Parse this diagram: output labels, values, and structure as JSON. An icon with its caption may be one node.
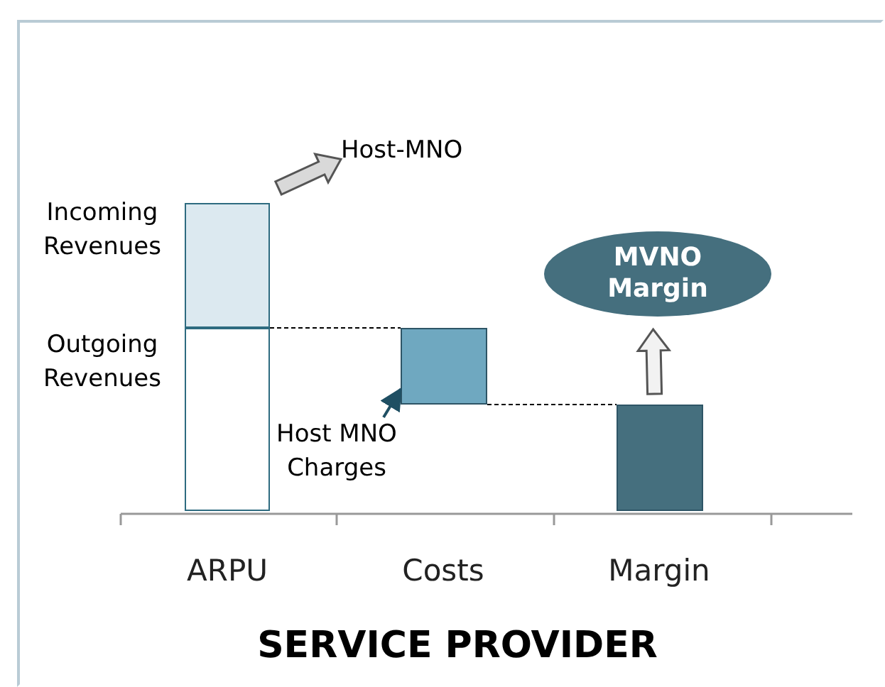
{
  "diagram": {
    "title": "SERVICE PROVIDER",
    "nodes": [
      {
        "text": [],
        "shape": "bar",
        "beside": [
          "Incoming Revenues"
        ]
      },
      {
        "text": [],
        "shape": "bar",
        "beside": [
          "Outgoing Revenues"
        ]
      },
      {
        "text": [
          "Host-MNO"
        ]
      },
      {
        "text": [],
        "shape": "bar"
      },
      {
        "text": [
          "Host MNO Charges"
        ]
      },
      {
        "text": [],
        "shape": "bar"
      },
      {
        "text": [
          "MVNO Margin"
        ]
      }
    ],
    "edges": [
      {
        "from": 0,
        "to": 2,
        "arrow": "to"
      },
      {
        "from": 4,
        "to": 3,
        "arrow": "to",
        "color": "#1f4f63"
      },
      {
        "from": 5,
        "to": 6,
        "arrow": "to"
      },
      {
        "from": 1,
        "to": 3,
        "arrow": "none",
        "style": "dashed"
      },
      {
        "from": 3,
        "to": 5,
        "arrow": "none",
        "style": "dashed"
      }
    ],
    "labels": [
      "ARPU",
      "Costs",
      "Margin"
    ]
  }
}
